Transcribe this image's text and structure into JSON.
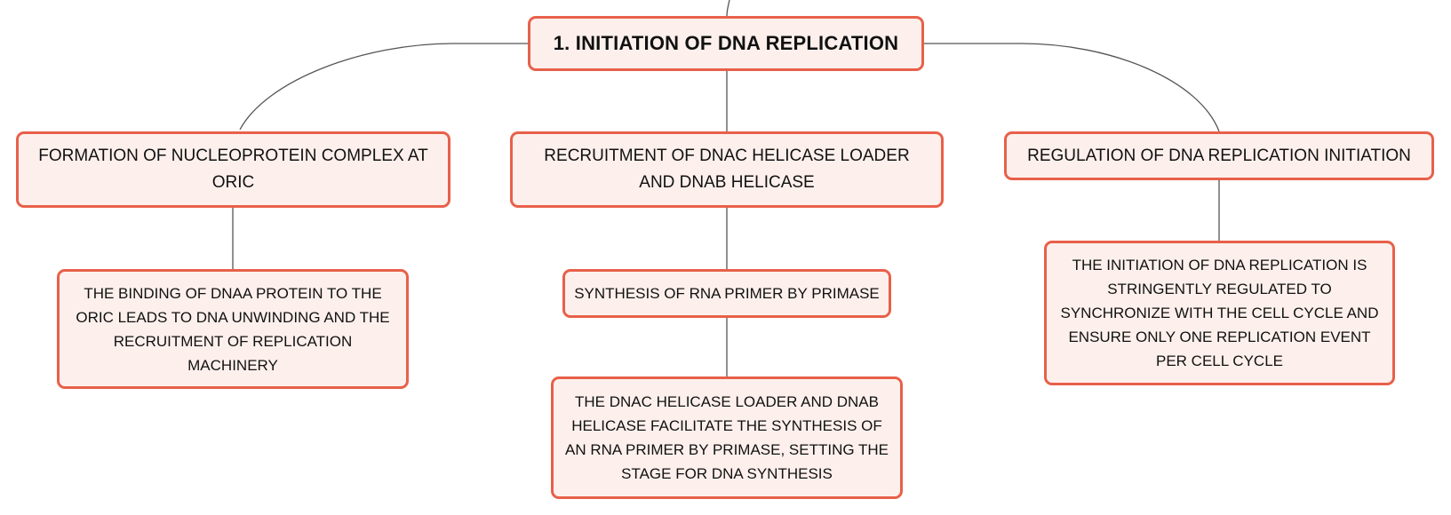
{
  "diagram": {
    "root": {
      "label": "1. INITIATION OF DNA REPLICATION"
    },
    "branches": [
      {
        "label": "FORMATION OF NUCLEOPROTEIN COMPLEX AT ORIC",
        "children": [
          {
            "label": "THE BINDING OF DNAA PROTEIN TO THE ORIC LEADS TO DNA UNWINDING AND THE RECRUITMENT OF REPLICATION MACHINERY"
          }
        ]
      },
      {
        "label": "RECRUITMENT OF DNAC HELICASE LOADER AND DNAB HELICASE",
        "children": [
          {
            "label": "SYNTHESIS OF RNA PRIMER BY PRIMASE"
          },
          {
            "label": "THE DNAC HELICASE LOADER AND DNAB HELICASE FACILITATE THE SYNTHESIS OF AN RNA PRIMER BY PRIMASE, SETTING THE STAGE FOR DNA SYNTHESIS"
          }
        ]
      },
      {
        "label": "REGULATION OF DNA REPLICATION INITIATION",
        "children": [
          {
            "label": "THE INITIATION OF DNA REPLICATION IS STRINGENTLY REGULATED TO SYNCHRONIZE WITH THE CELL CYCLE AND ENSURE ONLY ONE REPLICATION EVENT PER CELL CYCLE"
          }
        ]
      }
    ],
    "colors": {
      "node_fill": "#fdf0ec",
      "node_border": "#e8604a",
      "connector": "#555555",
      "text": "#111111"
    }
  }
}
